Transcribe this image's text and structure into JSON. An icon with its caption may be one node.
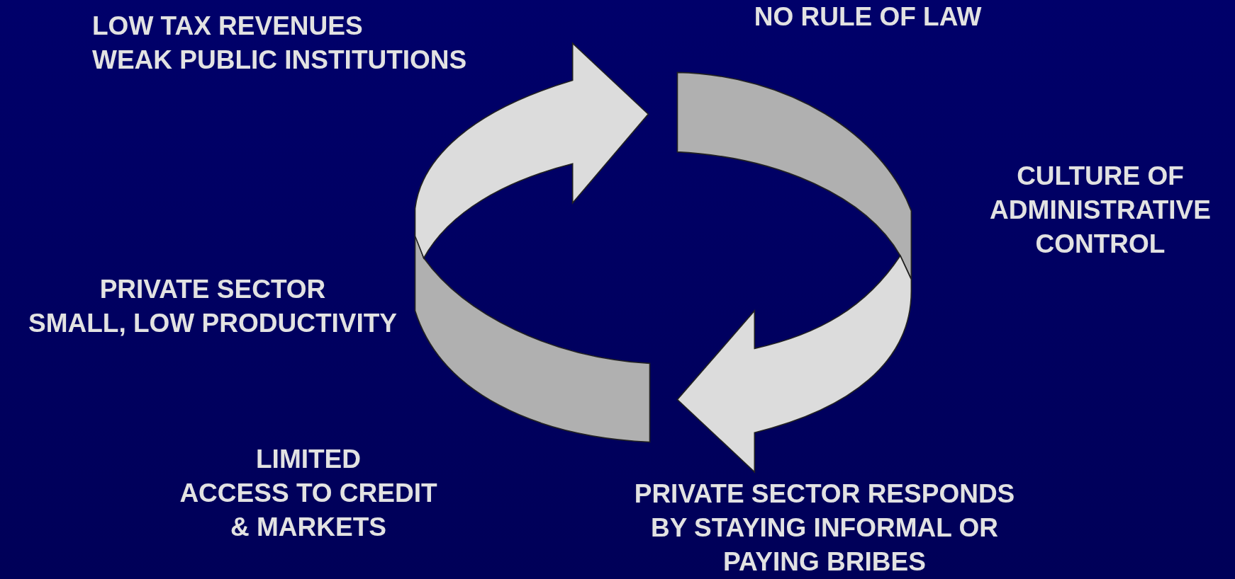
{
  "diagram": {
    "labels": [
      "LOW TAX REVENUES WEAK PUBLIC INSTITUTIONS",
      "NO RULE OF LAW",
      "CULTURE OF ADMINISTRATIVE CONTROL",
      "PRIVATE SECTOR SMALL, LOW PRODUCTIVITY",
      "LIMITED ACCESS TO CREDIT & MARKETS",
      "PRIVATE SECTOR RESPONDS BY STAYING INFORMAL OR PAYING BRIBES"
    ]
  }
}
